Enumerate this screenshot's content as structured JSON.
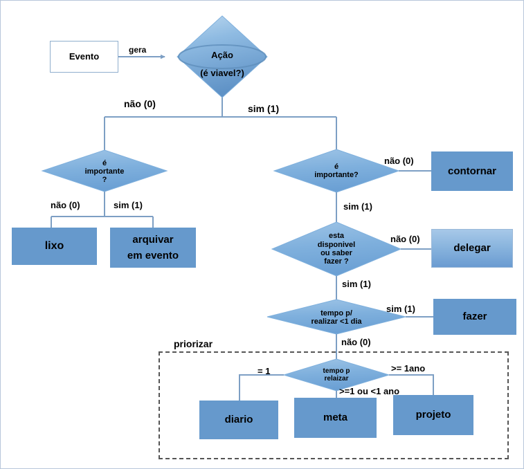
{
  "diagram": {
    "title_present": false,
    "colors": {
      "box_flat": "#6699cc",
      "box_gradient_top": "#a7c8e8",
      "box_gradient_bottom": "#6a9bd1",
      "diamond_fill": "#7fb0dd",
      "connector": "#7d9fc4",
      "dashed_group_border": "#555555",
      "canvas_border": "#b7c6db",
      "text": "#000000"
    },
    "nodes": {
      "evento": {
        "label": "Evento",
        "shape": "rectangle",
        "style": "white"
      },
      "acao": {
        "label_line1": "Ação",
        "label_line2": "(é viavel?)",
        "shape": "diamond",
        "style": "gradient-with-ellipse"
      },
      "importante_left": {
        "line1": "é",
        "line2": "importante",
        "line3": "?",
        "shape": "diamond"
      },
      "lixo": {
        "label": "lixo",
        "shape": "rectangle",
        "style": "flat"
      },
      "arquivar": {
        "line1": "arquivar",
        "line2": "em evento",
        "shape": "rectangle",
        "style": "flat"
      },
      "importante_right": {
        "line1": "é",
        "line2": "importante?",
        "shape": "diamond"
      },
      "contornar": {
        "label": "contornar",
        "shape": "rectangle",
        "style": "flat"
      },
      "disponivel": {
        "line1": "esta",
        "line2": "disponivel",
        "line3": "ou saber",
        "line4": "fazer ?",
        "shape": "diamond"
      },
      "delegar": {
        "label": "delegar",
        "shape": "rectangle",
        "style": "gradient"
      },
      "tempo_dia": {
        "line1": "tempo p/",
        "line2": "realizar <1 dia",
        "shape": "diamond"
      },
      "fazer": {
        "label": "fazer",
        "shape": "rectangle",
        "style": "flat"
      },
      "tempo_relaizar": {
        "line1": "tempo p",
        "line2": "relaizar",
        "shape": "diamond"
      },
      "diario": {
        "label": "diario",
        "shape": "rectangle",
        "style": "flat"
      },
      "meta": {
        "label": "meta",
        "shape": "rectangle",
        "style": "flat"
      },
      "projeto": {
        "label": "projeto",
        "shape": "rectangle",
        "style": "flat"
      }
    },
    "edge_labels": {
      "gera": "gera",
      "acao_nao": "não (0)",
      "acao_sim": "sim (1)",
      "imp_left_nao": "não (0)",
      "imp_left_sim": "sim (1)",
      "imp_right_nao": "não (0)",
      "imp_right_sim": "sim (1)",
      "disp_nao": "não (0)",
      "disp_sim": "sim (1)",
      "tempo_dia_sim": "sim (1)",
      "tempo_dia_nao": "não (0)",
      "relaizar_um": "= 1",
      "relaizar_meio": ">=1 ou <1 ano",
      "relaizar_ano": ">= 1ano"
    },
    "groups": {
      "priorizar": {
        "label": "priorizar"
      }
    }
  }
}
